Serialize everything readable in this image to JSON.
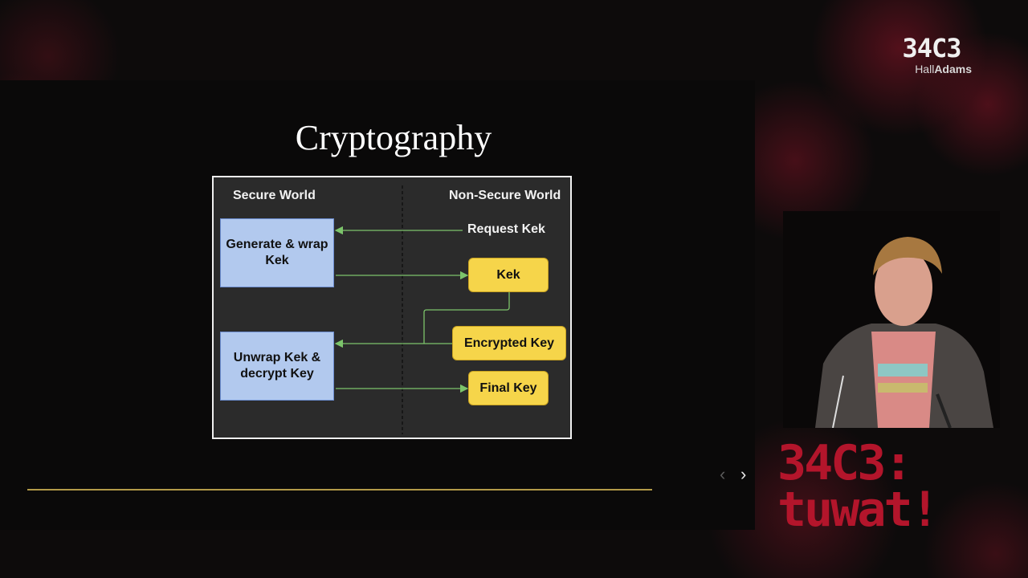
{
  "slide": {
    "title": "Cryptography",
    "diagram": {
      "secure_world_label": "Secure World",
      "non_secure_world_label": "Non-Secure World",
      "generate_box": "Generate & wrap Kek",
      "unwrap_box": "Unwrap Kek & decrypt Key",
      "request_kek": "Request Kek",
      "kek": "Kek",
      "encrypted_key": "Encrypted Key",
      "final_key": "Final Key"
    },
    "colors": {
      "arrow": "#7cc46b",
      "blue_box": "#b2c9ee",
      "yellow_box": "#f6d54a",
      "brand_red": "#b3152b",
      "progress": "#b39a48"
    }
  },
  "navigation": {
    "prev_icon": "chevron-left-icon",
    "next_icon": "chevron-right-icon",
    "prev_glyph": "‹",
    "next_glyph": "›"
  },
  "overlay": {
    "logo_top": "34C3",
    "hall_prefix": "Hall",
    "hall_name": "Adams",
    "logo_bottom_line1": "34C3:",
    "logo_bottom_line2": "tuwat!"
  }
}
